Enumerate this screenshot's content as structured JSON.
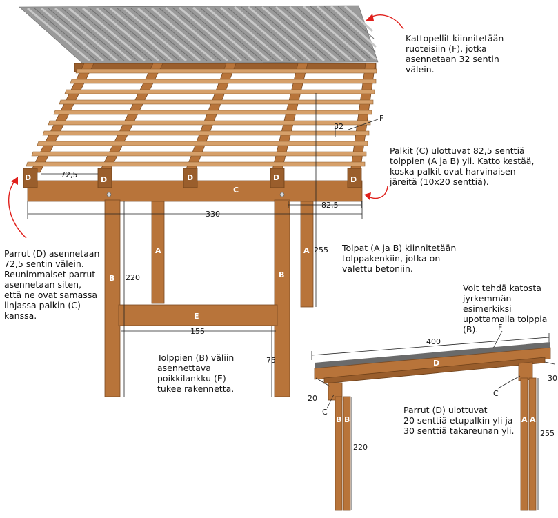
{
  "notes": {
    "roof_sheets": "Kattopellit kiinnitetään\nruoteisiin (F), jotka\nasennetaan 32 sentin\nvälein.",
    "beams": "Palkit (C) ulottuvat 82,5 senttiä\ntolppien (A ja B) yli. Katto kestää,\nkoska palkit ovat harvinaisen\njäreitä (10x20 senttiä).",
    "rafters": "Parrut (D) asennetaan\n72,5 sentin välein.\nReunimmaiset parrut\nasennetaan siten,\nettä ne ovat samassa\nlinjassa palkin (C)\nkanssa.",
    "posts": "Tolpat (A ja B) kiinnitetään\ntolppakenkiin, jotka on\nvalettu betoniin.",
    "steeper": "Voit tehdä katosta\njyrkemmän esimerkiksi\nupottamalla tolppia (B).",
    "crossbar": "Tolppien (B) väliin\nasennettava\npoikkilankku (E)\ntukee rakennetta.",
    "overhang": "Parrut (D) ulottuvat\n20 senttiä etupalkin yli ja\n30 senttiä takareunan yli."
  },
  "main": {
    "parts": {
      "d": "D",
      "c": "C",
      "a": "A",
      "b": "B",
      "e": "E",
      "f": "F"
    },
    "dims": {
      "rafter_spacing": "72,5",
      "batten_spacing": "32",
      "overhang": "82,5",
      "width": "330",
      "post_b_height": "220",
      "post_a_height": "255",
      "post_gap": "155",
      "crossbar_height": "75"
    }
  },
  "side": {
    "parts": {
      "f": "F",
      "d": "D",
      "c": "C",
      "b": "B",
      "a": "A"
    },
    "dims": {
      "length": "400",
      "front_overhang": "20",
      "back_overhang": "30",
      "post_b_height": "220",
      "post_a_height": "255"
    }
  },
  "colors": {
    "wood": "#b8743a",
    "roof_sheet": "#8a8a8a",
    "arrow": "#e0201c"
  }
}
